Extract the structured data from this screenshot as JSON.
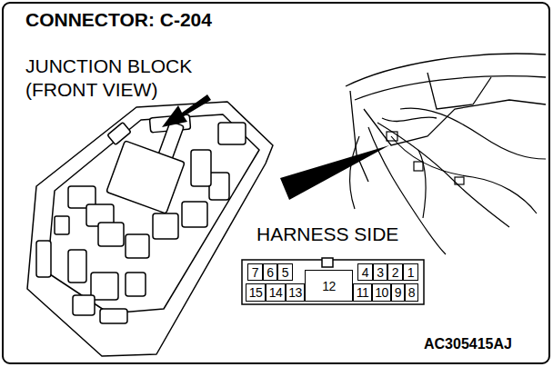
{
  "diagram": {
    "title": "CONNECTOR: C-204",
    "nodes": [
      {
        "text": [
          "7"
        ]
      },
      {
        "text": [
          "6"
        ]
      },
      {
        "text": [
          "5"
        ]
      },
      {
        "text": [
          "4"
        ]
      },
      {
        "text": [
          "3"
        ]
      },
      {
        "text": [
          "2"
        ]
      },
      {
        "text": [
          "1"
        ]
      },
      {
        "text": [
          "15"
        ]
      },
      {
        "text": [
          "14"
        ]
      },
      {
        "text": [
          "13"
        ]
      },
      {
        "text": [
          "12"
        ]
      },
      {
        "text": [
          "11"
        ]
      },
      {
        "text": [
          "10"
        ]
      },
      {
        "text": [
          "9"
        ]
      },
      {
        "text": [
          "8"
        ]
      }
    ],
    "labels": [
      "JUNCTION BLOCK (FRONT VIEW)",
      "HARNESS SIDE",
      "AC305415AJ"
    ]
  }
}
